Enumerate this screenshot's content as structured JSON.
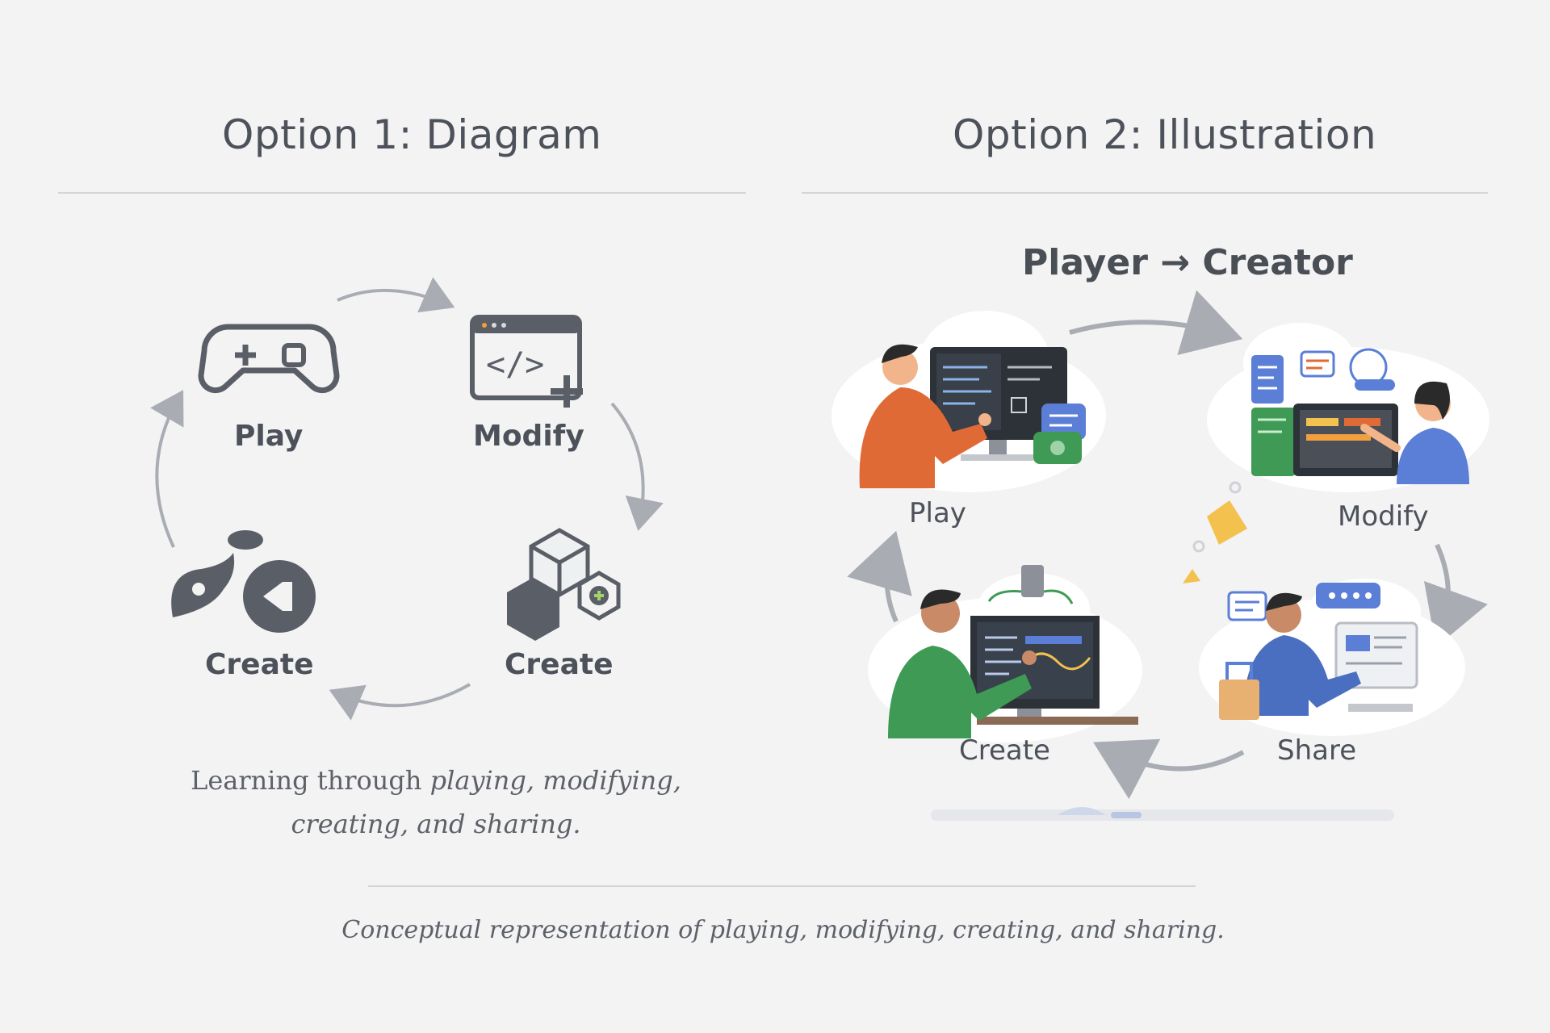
{
  "option1": {
    "heading": "Option 1: Diagram",
    "labels": {
      "play": "Play",
      "modify": "Modify",
      "create_right": "Create",
      "create_left": "Create"
    },
    "caption_plain": "Learning through",
    "caption_italic_1": "playing, modifying,",
    "caption_italic_2": "creating, and sharing.",
    "icons": [
      "gamepad-icon",
      "code-window-icon",
      "cubes-icon",
      "brush-palette-icon"
    ]
  },
  "option2": {
    "heading": "Option 2: Illustration",
    "subtitle": "Player → Creator",
    "scenes": {
      "play": "Play",
      "modify": "Modify",
      "create": "Create",
      "share": "Share"
    }
  },
  "footer": {
    "caption": "Conceptual representation of playing, modifying, creating, and sharing."
  },
  "colors": {
    "background": "#f3f3f4",
    "icon_gray": "#5a5e66",
    "arrow_gray": "#a9adb3",
    "orange": "#e06a35",
    "blue": "#5b7fd6",
    "green": "#3e9a54",
    "yellow": "#f2c14e"
  }
}
